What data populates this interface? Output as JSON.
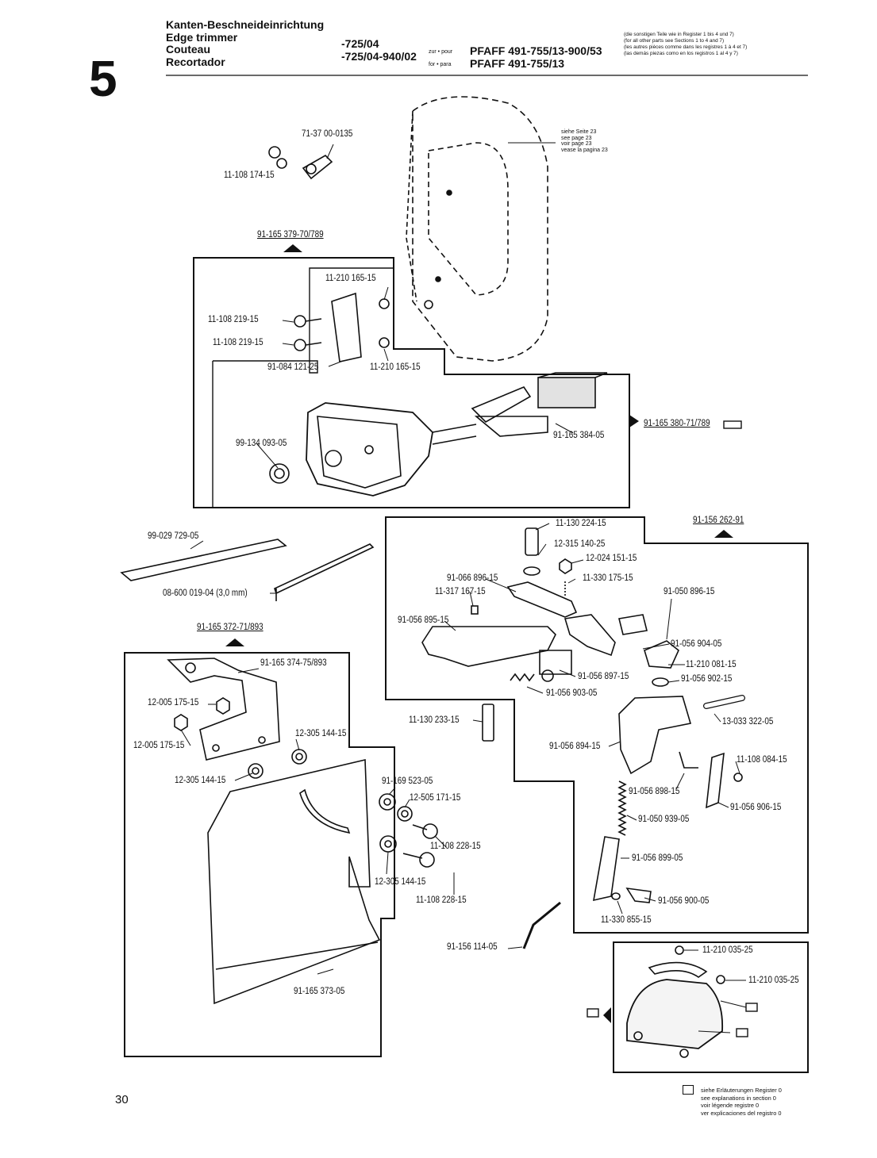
{
  "header": {
    "section_number": "5",
    "titles": [
      "Kanten-Beschneideinrichtung",
      "Edge trimmer",
      "Couteau",
      "Recortador"
    ],
    "codes": [
      "-725/04",
      "-725/04-940/02"
    ],
    "for_labels": [
      "zur • pour",
      "for • para"
    ],
    "models": [
      "PFAFF 491-755/13-900/53",
      "PFAFF 491-755/13"
    ],
    "notes": [
      "(die sonstigen Teile wie in Register 1 bis 4 und 7)",
      "(for all other parts see Sections 1 to 4 and 7)",
      "(les autres pièces comme dans les registres 1 à 4 et 7)",
      "(las demás piezas como en los registros 1 al 4 y 7)"
    ]
  },
  "see_page": [
    "siehe Seite 23",
    "see page 23",
    "voir page 23",
    "vease la pagina 23"
  ],
  "parts": {
    "p1": "71-37 00-0135",
    "p2": "11-108 174-15",
    "p3": "91-165 379-70/789",
    "p4": "11-210 165-15",
    "p5": "11-108 219-15",
    "p6": "11-108 219-15",
    "p7": "91-084 121-25",
    "p8": "11-210 165-15",
    "p9": "99-134 093-05",
    "p10": "91-165 384-05",
    "p11": "91-165 380-71/789",
    "p12": "99-029 729-05",
    "p13": "08-600 019-04 (3,0 mm)",
    "p14": "91-165 372-71/893",
    "p15": "91-165 374-75/893",
    "p16": "12-005 175-15",
    "p17": "12-005 175-15",
    "p18": "12-305 144-15",
    "p19": "12-305 144-15",
    "p20": "91-169 523-05",
    "p21": "12-505 171-15",
    "p22": "11-108 228-15",
    "p23": "12-305 144-15",
    "p24": "11-108 228-15",
    "p25": "91-165 373-05",
    "p26": "91-156 114-05",
    "p27": "11-130 224-15",
    "p28": "12-315 140-25",
    "p29": "12-024 151-15",
    "p30": "91-066 896-15",
    "p31": "11-330 175-15",
    "p32": "91-156 262-91",
    "p33": "11-317 167-15",
    "p34": "91-050 896-15",
    "p35": "91-056 895-15",
    "p36": "91-056 904-05",
    "p37": "11-210 081-15",
    "p38": "91-056 897-15",
    "p39": "91-056 902-15",
    "p40": "91-056 903-05",
    "p41": "11-130 233-15",
    "p42": "13-033 322-05",
    "p43": "91-056 894-15",
    "p44": "11-108 084-15",
    "p45": "91-056 898-15",
    "p46": "91-056 906-15",
    "p47": "91-050 939-05",
    "p48": "91-056 899-05",
    "p49": "91-056 900-05",
    "p50": "11-330 855-15",
    "p51": "11-210 035-25",
    "p52": "11-210 035-25"
  },
  "footer": {
    "page_number": "30",
    "legend": [
      "siehe Erläuterungen Register 0",
      "see explanations in section 0",
      "voir légende registre 0",
      "ver explicaciones del registro 0"
    ]
  }
}
